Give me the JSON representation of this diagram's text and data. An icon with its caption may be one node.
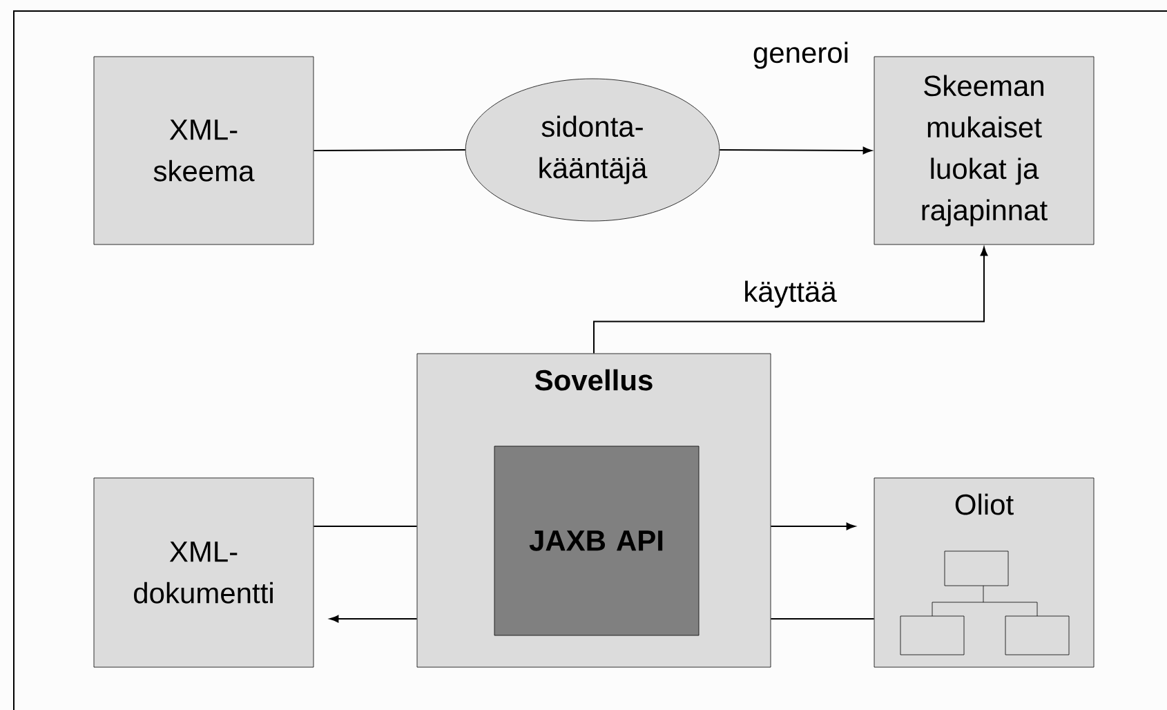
{
  "diagram": {
    "nodes": [
      {
        "text": [
          "XML-skeema"
        ]
      },
      {
        "text": [
          "sidonta-kääntäjä"
        ]
      },
      {
        "text": [
          "Skeeman mukaiset luokat ja rajapinnat"
        ]
      },
      {
        "text": [
          "Sovellus"
        ]
      },
      {
        "text": [
          "JAXB API"
        ],
        "in": 3
      },
      {
        "text": [
          "XML-dokumentti"
        ]
      },
      {
        "text": [
          "Oliot"
        ]
      }
    ],
    "edges": [
      {
        "from": 0,
        "to": 1,
        "arrow": "none"
      },
      {
        "from": 1,
        "to": 2,
        "arrow": "to",
        "label": "generoi"
      },
      {
        "from": 3,
        "to": 2,
        "arrow": "to",
        "label": "käyttää"
      },
      {
        "from": 3,
        "to": 6,
        "arrow": "to"
      },
      {
        "from": 6,
        "to": 3,
        "arrow": "none"
      },
      {
        "from": 5,
        "to": 3,
        "arrow": "none"
      },
      {
        "from": 3,
        "to": 5,
        "arrow": "to"
      }
    ]
  }
}
